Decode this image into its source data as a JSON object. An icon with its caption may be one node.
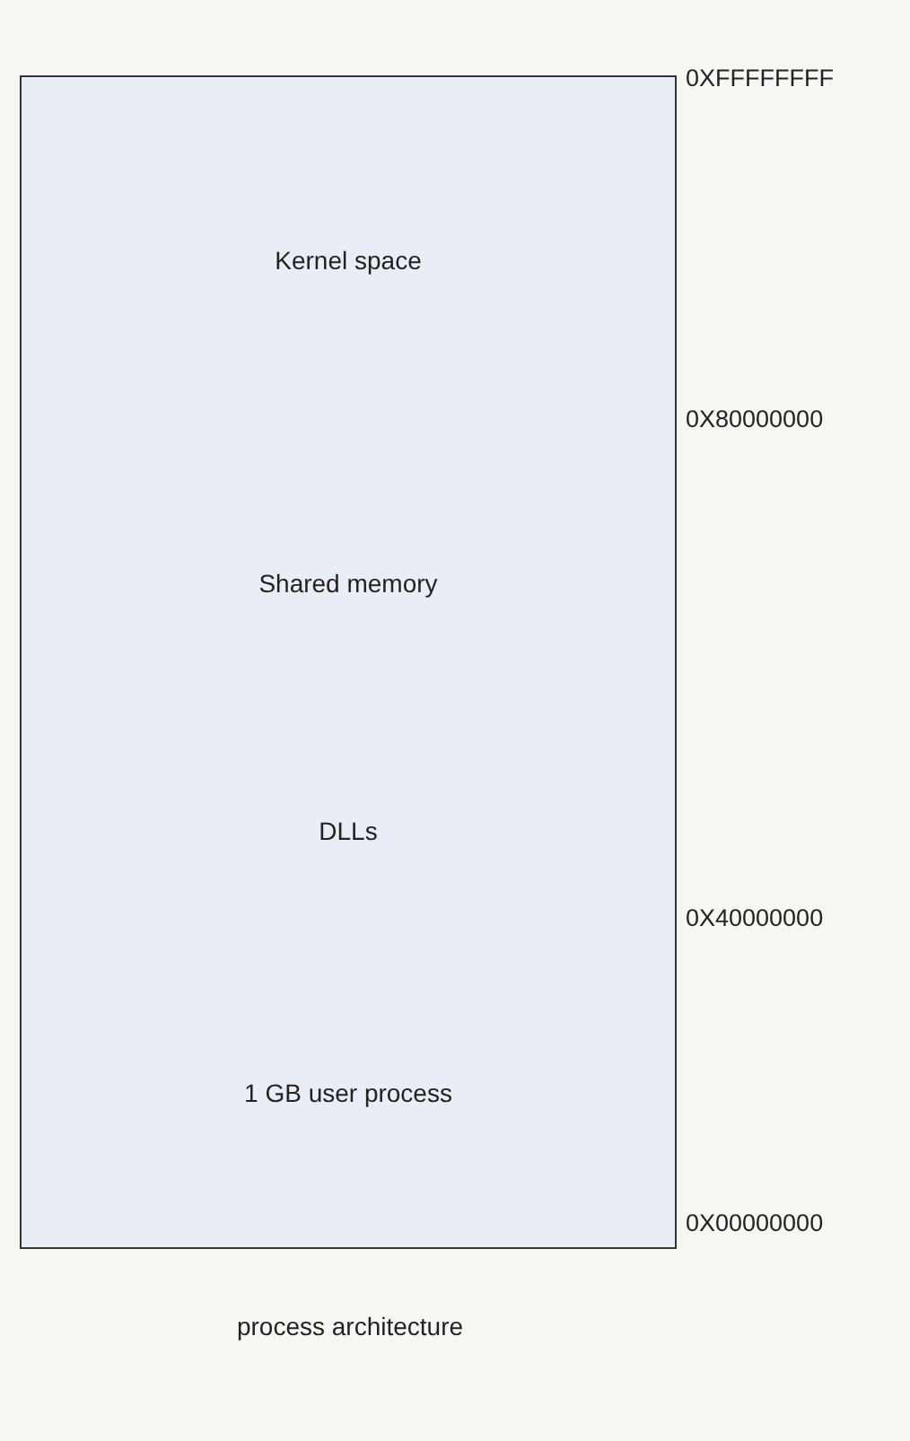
{
  "diagram": {
    "caption": "process architecture",
    "nodes": [
      {
        "text": [
          "Kernel space"
        ]
      },
      {
        "text": [
          "Shared memory"
        ]
      },
      {
        "text": [
          "DLLs"
        ]
      },
      {
        "text": [
          "1 GB user process"
        ]
      }
    ],
    "labels": [
      "0XFFFFFFFF",
      "0X80000000",
      "0X40000000",
      "0X00000000"
    ]
  }
}
